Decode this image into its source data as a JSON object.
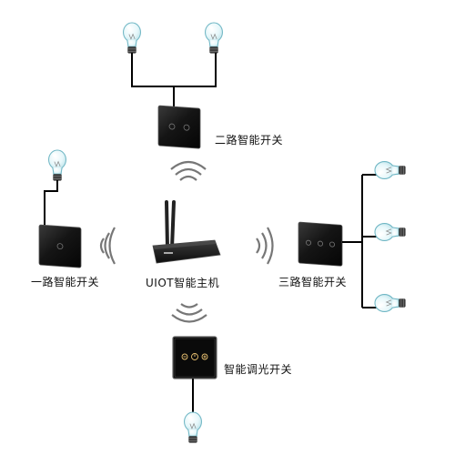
{
  "hub": {
    "label": "UIOT智能主机",
    "brand": ""
  },
  "switches": {
    "one_gang": {
      "label": "一路智能开关"
    },
    "two_gang": {
      "label": "二路智能开关"
    },
    "three_gang": {
      "label": "三路智能开关"
    },
    "dimmer": {
      "label": "智能调光开关"
    }
  },
  "colors": {
    "panel": "#1a1a1a",
    "wire": "#000000",
    "wave": "#777777",
    "bulb_glass": "#dff4f7",
    "bulb_outline": "#6fb6c4",
    "bulb_base": "#333333",
    "dimmer_icons": "#e8c070"
  },
  "icons": [
    "light-bulb-icon",
    "wireless-signal-icon",
    "router-icon",
    "wall-switch-icon",
    "dimmer-switch-icon"
  ]
}
